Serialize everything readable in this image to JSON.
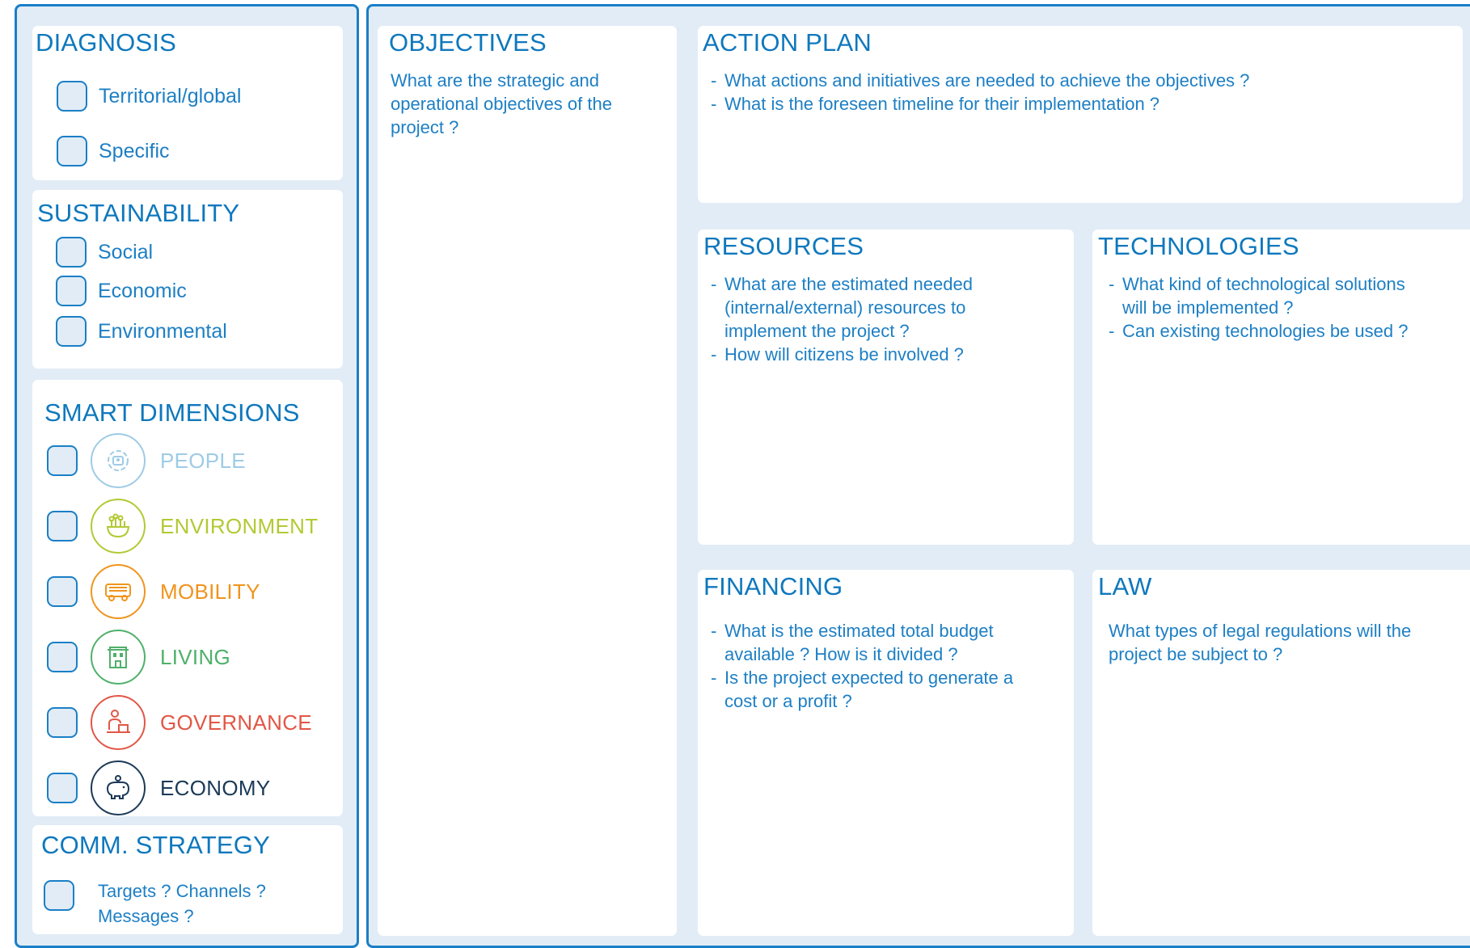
{
  "diagnosis": {
    "title": "DIAGNOSIS",
    "options": [
      "Territorial/global",
      "Specific"
    ]
  },
  "sustainability": {
    "title": "SUSTAINABILITY",
    "options": [
      "Social",
      "Economic",
      "Environmental"
    ]
  },
  "smart_dimensions": {
    "title": "SMART DIMENSIONS",
    "items": [
      {
        "label": "PEOPLE",
        "icon": "people-icon",
        "color": "#9ecbe6"
      },
      {
        "label": "ENVIRONMENT",
        "icon": "plant-bowl-icon",
        "color": "#b3c934"
      },
      {
        "label": "MOBILITY",
        "icon": "bus-icon",
        "color": "#f0941c"
      },
      {
        "label": "LIVING",
        "icon": "building-icon",
        "color": "#4fb06a"
      },
      {
        "label": "GOVERNANCE",
        "icon": "speaker-podium-icon",
        "color": "#e15746"
      },
      {
        "label": "ECONOMY",
        "icon": "piggy-bank-icon",
        "color": "#1b3a57"
      }
    ]
  },
  "comm_strategy": {
    "title": "COMM. STRATEGY",
    "option_line1": "Targets ? Channels ?",
    "option_line2": "Messages ?"
  },
  "objectives": {
    "title": "OBJECTIVES",
    "text": "What are the strategic and operational objectives of the project ?"
  },
  "action_plan": {
    "title": "ACTION PLAN",
    "items": [
      "What actions and initiatives are needed to achieve the objectives ?",
      "What is the foreseen timeline for their implementation ?"
    ]
  },
  "resources": {
    "title": "RESOURCES",
    "items": [
      "What are the estimated needed (internal/external) resources to implement the project ?",
      "How will citizens be involved ?"
    ]
  },
  "technologies": {
    "title": "TECHNOLOGIES",
    "items": [
      "What kind of technological solutions will be implemented ?",
      "Can existing technologies be used ?"
    ]
  },
  "financing": {
    "title": "FINANCING",
    "items": [
      "What is the estimated total budget available ? How is it divided ?",
      "Is the project expected to generate a cost or a profit ?"
    ]
  },
  "law": {
    "title": "LAW",
    "text": "What types of legal regulations will the project be subject to ?"
  },
  "colors": {
    "accent": "#0f78bd",
    "panel_bg": "#e2ecf6",
    "border": "#1a7fc6"
  }
}
